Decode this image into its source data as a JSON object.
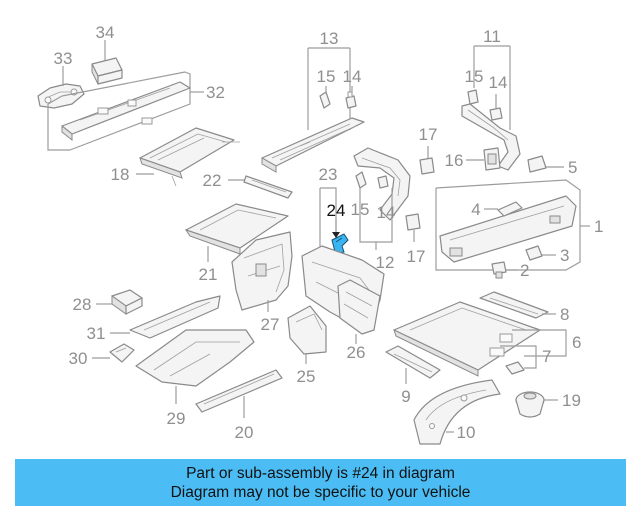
{
  "labels": {
    "p34": "34",
    "p33": "33",
    "p32": "32",
    "p13": "13",
    "p15a": "15",
    "p14a": "14",
    "p11": "11",
    "p15b": "15",
    "p14b": "14",
    "p17a": "17",
    "p16": "16",
    "p5": "5",
    "p18": "18",
    "p22": "22",
    "p23": "23",
    "p24": "24",
    "p15c": "15",
    "p14c": "14",
    "p12": "12",
    "p17b": "17",
    "p4": "4",
    "p1": "1",
    "p3": "3",
    "p2": "2",
    "p21": "21",
    "p27": "27",
    "p28": "28",
    "p31": "31",
    "p30": "30",
    "p29": "29",
    "p25": "25",
    "p26": "26",
    "p20": "20",
    "p8": "8",
    "p6": "6",
    "p7": "7",
    "p9": "9",
    "p10": "10",
    "p19": "19"
  },
  "highlight_part": "24",
  "colors": {
    "highlight": "#39b6f2",
    "banner": "#4bbdf4",
    "label": "#8f8f8f"
  },
  "banner": {
    "line1": "Part or sub-assembly is #24 in diagram",
    "line2": "Diagram may not be specific to your vehicle"
  }
}
